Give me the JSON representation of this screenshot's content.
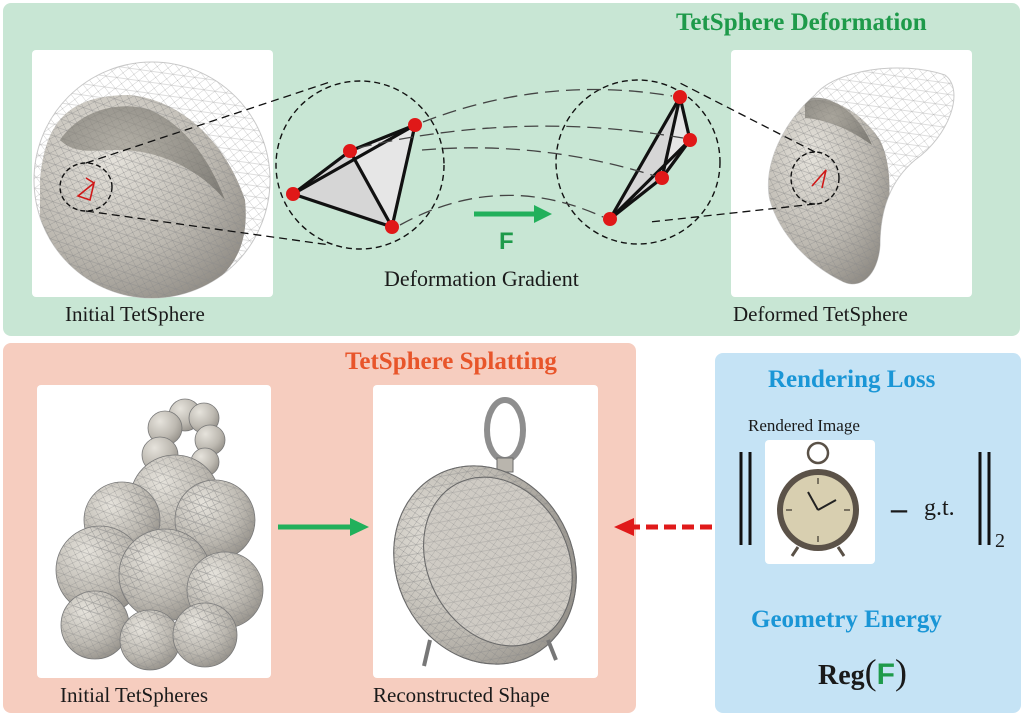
{
  "deformation": {
    "title": "TetSphere Deformation",
    "initial_label": "Initial TetSphere",
    "deformed_label": "Deformed TetSphere",
    "gradient_symbol": "F",
    "gradient_label": "Deformation Gradient"
  },
  "splatting": {
    "title": "TetSphere Splatting",
    "initial_label": "Initial TetSpheres",
    "reconstructed_label": "Reconstructed Shape"
  },
  "loss": {
    "title": "Rendering Loss",
    "rendered_label": "Rendered Image",
    "minus": "–",
    "gt": "g.t.",
    "norm_sub": "2",
    "energy_title": "Geometry Energy",
    "reg": "Reg",
    "reg_open": "(",
    "reg_symbol": "F",
    "reg_close": ")"
  },
  "colors": {
    "deformation_bg": "#c8e6d4",
    "splatting_bg": "#f6cdbf",
    "loss_bg": "#c5e3f5",
    "green_title": "#1e9a4a",
    "orange_title": "#e8552a",
    "blue_title": "#1a96d6",
    "arrow_green": "#22b05b",
    "arrow_red": "#e01a1a",
    "vertex_red": "#e01818"
  }
}
